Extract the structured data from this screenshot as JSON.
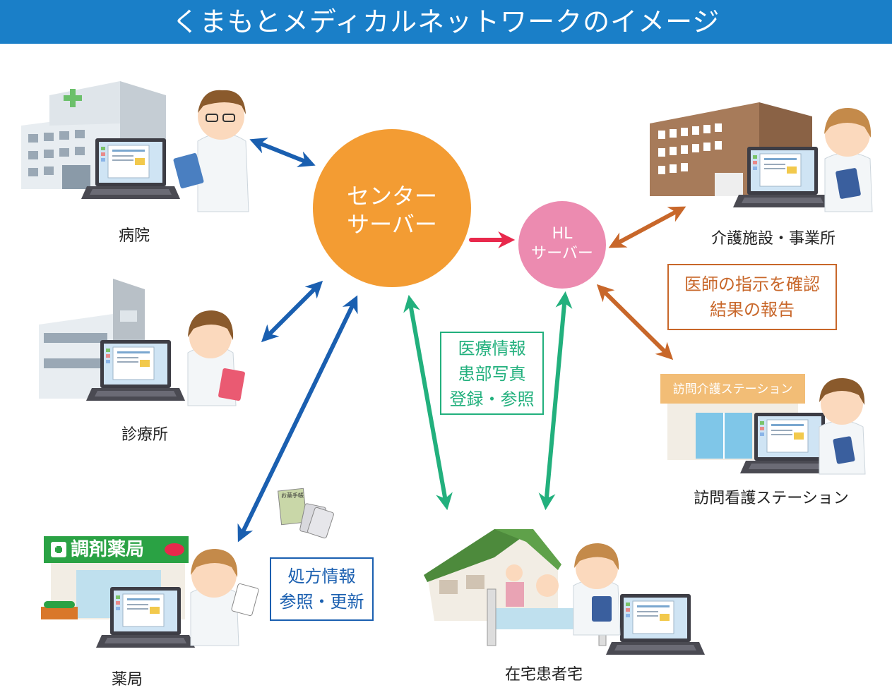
{
  "title": "くまもとメディカルネットワークのイメージ",
  "center_server": {
    "line1": "センター",
    "line2": "サーバー"
  },
  "hl_server": {
    "line1": "HL",
    "line2": "サーバー"
  },
  "nodes": {
    "hospital": "病院",
    "clinic": "診療所",
    "pharmacy": "薬局",
    "pharmacy_sign": "調剤薬局",
    "home_patient": "在宅患者宅",
    "care_facility": "介護施設・事業所",
    "visit_nursing": "訪問看護ステーション",
    "visit_care_sign": "訪問介護ステーション",
    "medicine_notebook": "お薬手帳"
  },
  "notes": {
    "medical_info": [
      "医療情報",
      "患部写真",
      "登録・参照"
    ],
    "doctor_instructions": [
      "医師の指示を確認",
      "結果の報告"
    ],
    "prescription": [
      "処方情報",
      "参照・更新"
    ]
  },
  "colors": {
    "header": "#1a7fc8",
    "center_server": "#f39c33",
    "hl_server": "#ec8bb0",
    "arrow_blue": "#1a5fb0",
    "arrow_green": "#22b07d",
    "arrow_orange": "#c8672a",
    "arrow_red": "#e8294c",
    "pharmacy_green": "#2aa244"
  }
}
